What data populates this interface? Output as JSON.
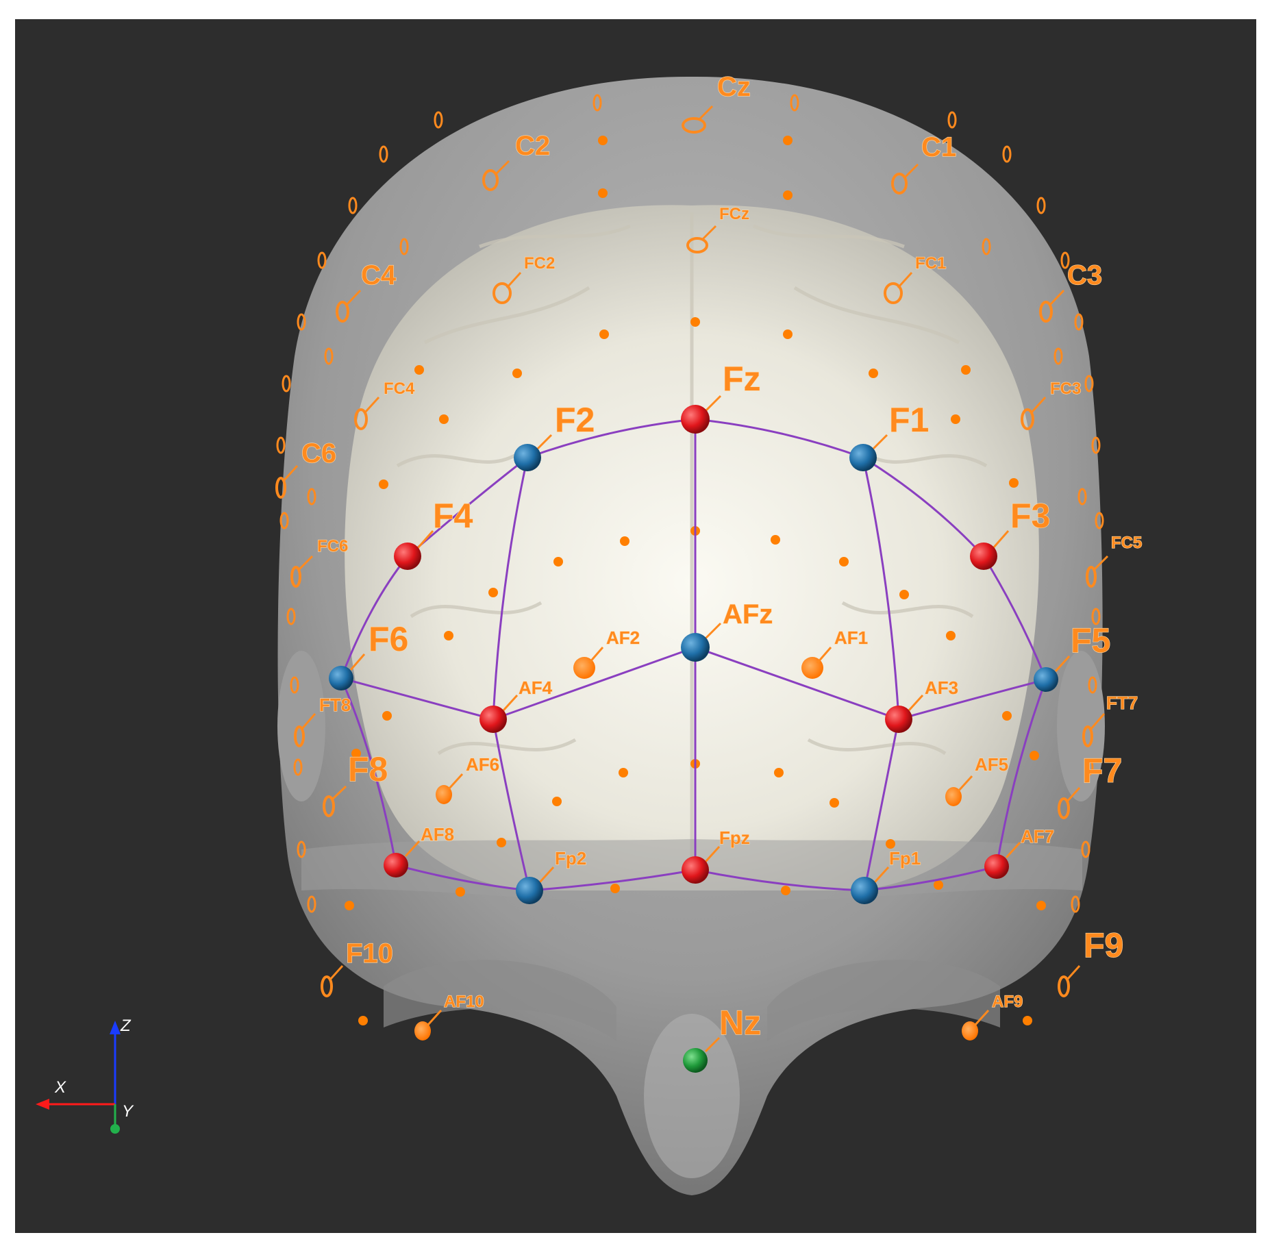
{
  "figure": {
    "view": "frontal view of head model with brain and EEG electrode positions",
    "colors": {
      "background": "#2d2d2d",
      "frame": "#ffffff",
      "skin": "#a9a9a9",
      "brain": "#e8e6dc",
      "electrode_orange": "#ff7f00",
      "selected_red": "#e0161b",
      "selected_blue": "#1f6fa8",
      "nasion_green": "#1f9a3a",
      "grid_line": "#8a3fc0"
    }
  },
  "labels": {
    "Cz": "Cz",
    "C2": "C2",
    "C1": "C1",
    "C4": "C4",
    "C3": "C3",
    "C6": "C6",
    "FCz": "FCz",
    "FC2": "FC2",
    "FC1": "FC1",
    "FC4": "FC4",
    "FC3": "FC3",
    "FC6": "FC6",
    "FC5": "FC5",
    "Fz": "Fz",
    "F2": "F2",
    "F1": "F1",
    "F4": "F4",
    "F3": "F3",
    "F6": "F6",
    "F5": "F5",
    "FT8": "FT8",
    "FT7": "FT7",
    "F8": "F8",
    "F7": "F7",
    "AFz": "AFz",
    "AF2": "AF2",
    "AF1": "AF1",
    "AF4": "AF4",
    "AF3": "AF3",
    "AF6": "AF6",
    "AF5": "AF5",
    "AF8": "AF8",
    "AF7": "AF7",
    "Fpz": "Fpz",
    "Fp2": "Fp2",
    "Fp1": "Fp1",
    "F10": "F10",
    "F9": "F9",
    "AF10": "AF10",
    "AF9": "AF9",
    "Nz": "Nz"
  },
  "axes": {
    "z": "Z",
    "x": "X",
    "y": "Y"
  },
  "icons": {
    "orientation": "xyz-axes-triad-icon"
  }
}
